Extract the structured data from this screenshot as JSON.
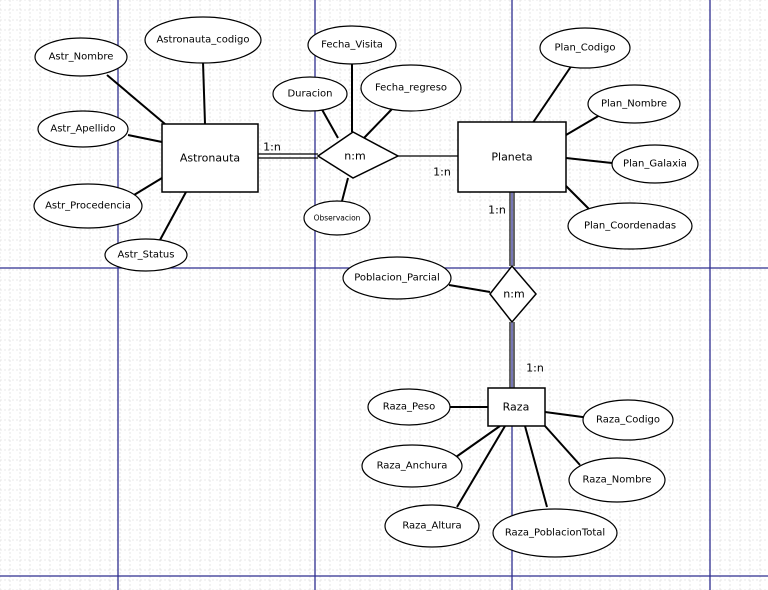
{
  "colors": {
    "background": "#ffffff",
    "grid_minor": "#d6d6d6",
    "page_break_lines": "#2e2e8f",
    "handle_marks": "#6a6ad0",
    "shape_stroke": "#000000",
    "shape_fill": "#ffffff"
  },
  "entities": {
    "astronauta": "Astronauta",
    "planeta": "Planeta",
    "raza": "Raza"
  },
  "relationships": {
    "visita": "n:m",
    "poblacion": "n:m"
  },
  "attributes": {
    "astronauta": {
      "codigo": "Astronauta_codigo",
      "nombre": "Astr_Nombre",
      "apellido": "Astr_Apellido",
      "procedencia": "Astr_Procedencia",
      "status": "Astr_Status"
    },
    "visita": {
      "fecha_visita": "Fecha_Visita",
      "duracion": "Duracion",
      "fecha_regreso": "Fecha_regreso",
      "observacion": "Observacion"
    },
    "planeta": {
      "codigo": "Plan_Codigo",
      "nombre": "Plan_Nombre",
      "galaxia": "Plan_Galaxia",
      "coordenadas": "Plan_Coordenadas"
    },
    "poblacion": {
      "poblacion_parcial": "Poblacion_Parcial"
    },
    "raza": {
      "peso": "Raza_Peso",
      "codigo": "Raza_Codigo",
      "anchura": "Raza_Anchura",
      "nombre": "Raza_Nombre",
      "altura": "Raza_Altura",
      "poblacion_total": "Raza_PoblacionTotal"
    }
  },
  "cardinalities": {
    "astronauta_visita": "1:n",
    "planeta_visita": "1:n",
    "planeta_poblacion": "1:n",
    "raza_poblacion": "1:n"
  }
}
